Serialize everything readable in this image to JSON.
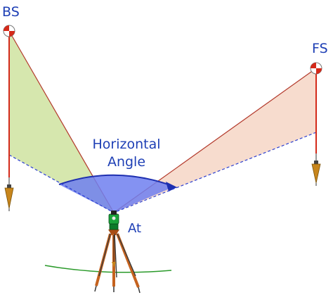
{
  "labels": {
    "backsight": "BS",
    "foresight": "FS",
    "angle_line1": "Horizontal",
    "angle_line2": "Angle",
    "instrument_station": "At"
  },
  "colors": {
    "label": "#1e3fb5",
    "bs_plane_fill": "#cfe3a0",
    "fs_plane_fill": "#f6d6c6",
    "angle_fill": "#6f7ff0",
    "pole_red": "#d42a1a",
    "sight_line": "#b33a2c",
    "ground_line": "#2a9a2a",
    "dashed_line": "#2b3fd0",
    "plumb_bob": "#c8861c",
    "tripod": "#c5621e",
    "instrument": "#1aa33a"
  },
  "icons": {
    "bs_target": "target-disc-icon",
    "fs_target": "target-disc-icon",
    "instrument": "total-station-icon",
    "plumb": "plumb-bob-icon"
  }
}
